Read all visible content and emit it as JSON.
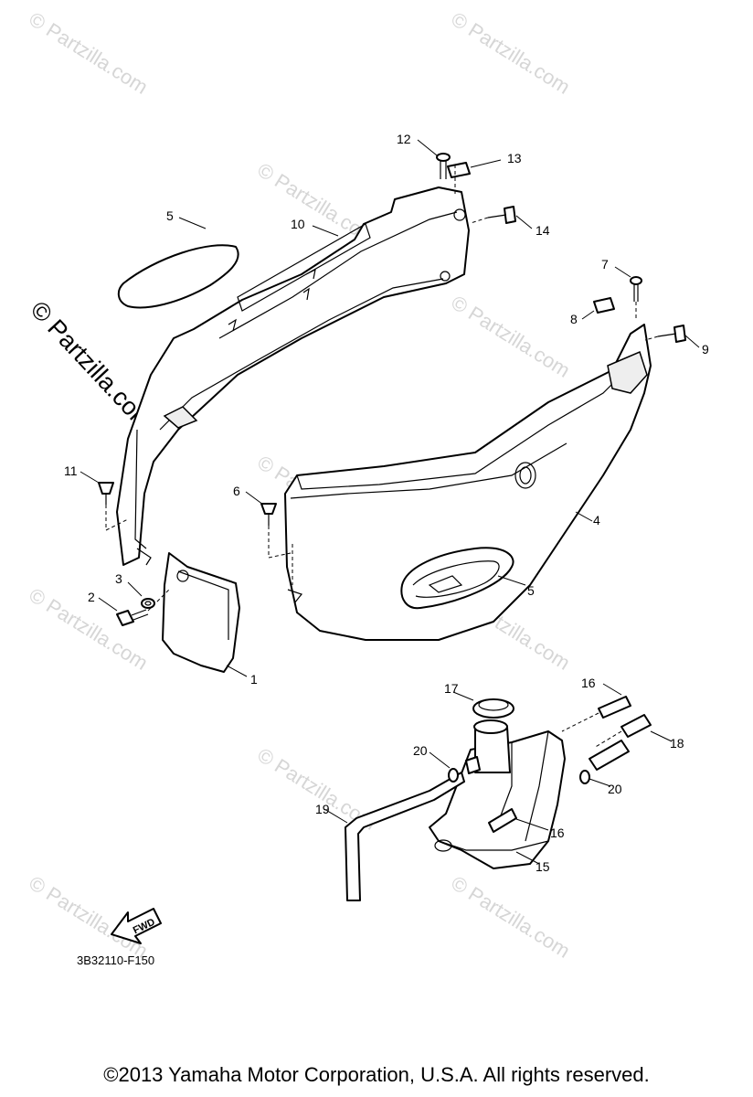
{
  "watermarks": [
    "© Partzilla.com",
    "© Partzilla.com",
    "© Partzilla.com",
    "© Partzilla.com",
    "© Partzilla.com",
    "© Partzilla.com",
    "© Partzilla.com",
    "© Partzilla.com",
    "© Partzilla.com",
    "© Partzilla.com"
  ],
  "main_watermark": "© Partzilla.com",
  "callouts": [
    "12",
    "13",
    "10",
    "14",
    "5",
    "7",
    "8",
    "9",
    "11",
    "6",
    "4",
    "3",
    "2",
    "5",
    "1",
    "17",
    "16",
    "18",
    "20",
    "20",
    "19",
    "16",
    "15"
  ],
  "fwd_label": "FWD",
  "figure_code": "3B32110-F150",
  "copyright": "©2013  Yamaha Motor Corporation, U.S.A. All rights reserved."
}
